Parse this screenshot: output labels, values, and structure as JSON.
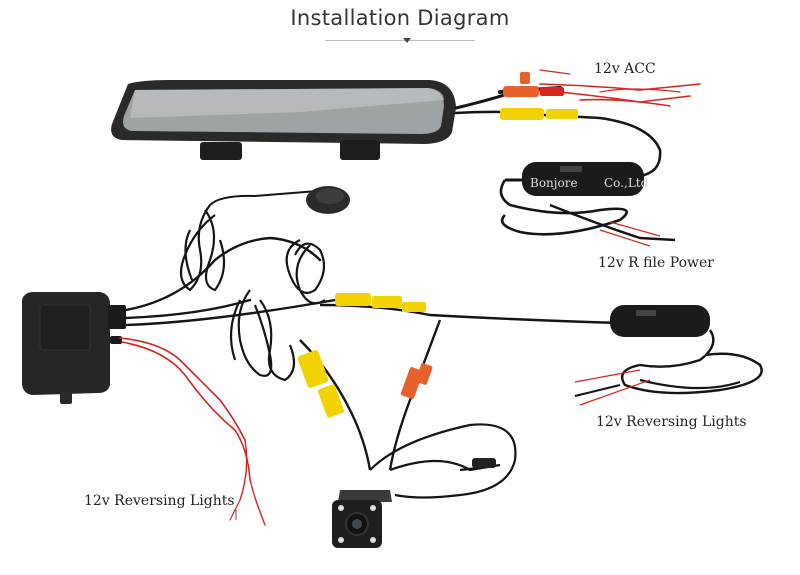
{
  "title": "Installation Diagram",
  "labels": {
    "acc": "12v ACC",
    "power": "12v R file Power",
    "reversing_right": "12v Reversing Lights",
    "reversing_left": "12v Reversing Lights"
  },
  "brand": {
    "left": "Bonjore",
    "right": "Co.,Ltd"
  },
  "colors": {
    "body": "#2a2a2a",
    "cable": "#151515",
    "rca": "#f2d200",
    "red_wire": "#d8231f",
    "orange": "#e8602a"
  }
}
